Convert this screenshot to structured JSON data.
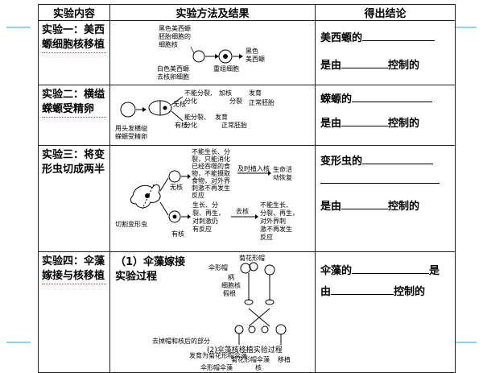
{
  "header": {
    "col1": "实验内容",
    "col2": "实验方法及结果",
    "col3": "得出结论"
  },
  "rows": [
    {
      "title_l1": "实验一：美西",
      "title_l2": "螈细胞核移植",
      "diagram": {
        "label_a1": "黑色美西螈",
        "label_a2": "胚胎细胞的",
        "label_a3": "细胞核",
        "label_b1": "白色美西螈",
        "label_b2": "去核卵细胞",
        "label_c": "重组细胞",
        "label_d1": "黑色",
        "label_d2": "美西螈"
      },
      "conclusion": {
        "l1_prefix": "美西螈的",
        "l2_prefix": "是由",
        "l2_suffix": "控制的"
      }
    },
    {
      "title_l1": "实验二：横缢",
      "title_l2": "蝾螈受精卵",
      "diagram": {
        "label_nonuc": "无核",
        "label_nuc": "有核",
        "text_a1": "不能分裂,",
        "text_a2": "分化",
        "text_a3": "加核",
        "text_b1": "能分裂、",
        "text_b2": "分化",
        "text_c1": "分裂",
        "text_c2": "发育",
        "text_c3": "正常胚胎",
        "text_d1": "发育",
        "text_d2": "正常胚胎",
        "src1": "用头发横缢",
        "src2": "蝾螈受精卵"
      },
      "conclusion": {
        "l1_prefix": "蝾螈的",
        "l2_prefix": "是由",
        "l2_suffix": "控制的"
      }
    },
    {
      "title_l1": "实验三：将变",
      "title_l2": "形虫切成两半",
      "diagram": {
        "nonuc_text": [
          "不能生长、分",
          "裂，只能消化",
          "已经吞噬的食",
          "物，不能摄取",
          "食物，对外界",
          "刺激不再发生",
          "反应"
        ],
        "implant": "及时植入核",
        "recover1": "生命活",
        "recover2": "动恢复",
        "label_nonuc": "无核",
        "label_nuc": "有核",
        "cut_label": "切割变形虫",
        "nuc_text": [
          "生长、分",
          "裂、再生，",
          "对刺激仍",
          "有反应"
        ],
        "remove": "去核",
        "removed_text": [
          "不能生长、",
          "分裂、再生，",
          "对外界刺",
          "激不再发生",
          "反应"
        ]
      },
      "conclusion": {
        "l1_prefix": "变形虫的",
        "l3_prefix": "是由",
        "l3_suffix": "控制的"
      }
    },
    {
      "title_l1": "实验四：伞藻",
      "title_l2": "嫁接与核移植",
      "method_l1": "（1）伞藻嫁接",
      "method_l2": "实验过程",
      "diagram": {
        "top1": "菊花形帽",
        "left1": "伞形帽",
        "mid1": "柄",
        "mid2": "细胞核",
        "mid3": "假根",
        "caption": "(2)伞藻核移植实验过程",
        "f1": "菊花形帽伞藻",
        "f2": "核",
        "f3": "移植",
        "f4": "伞形帽伞藻",
        "f5": "去掉帽和核后的部分",
        "f6": "发育为菊花形帽伞藻"
      },
      "conclusion": {
        "l1_prefix": "伞藻的",
        "l1_suffix": "是",
        "l2_prefix": "由",
        "l2_suffix": "控制的"
      }
    }
  ]
}
